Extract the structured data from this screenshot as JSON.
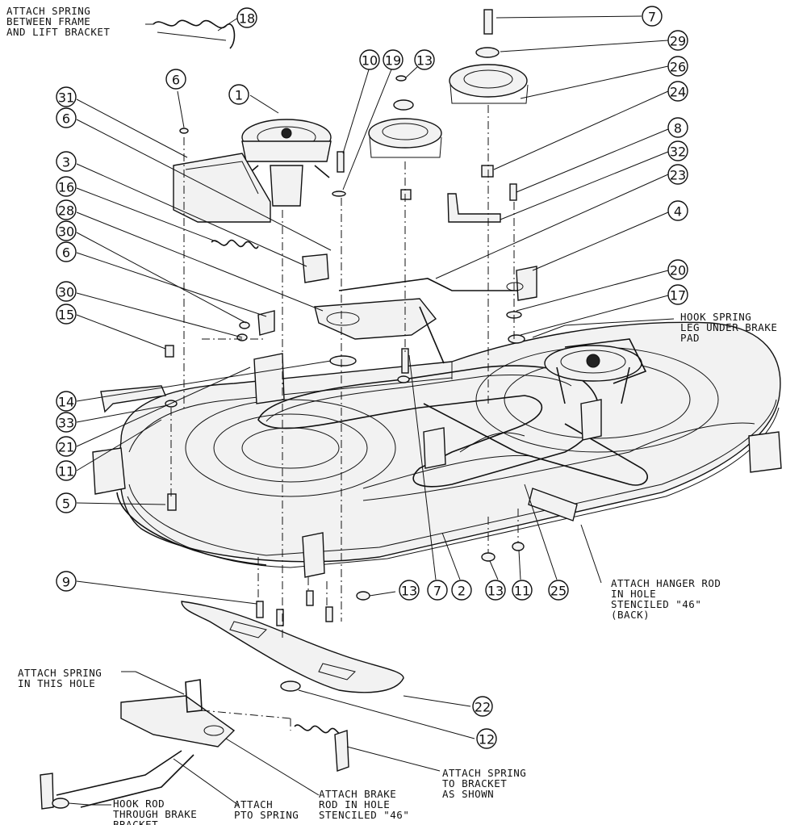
{
  "callouts": [
    {
      "id": "c18",
      "num": "18"
    },
    {
      "id": "c7a",
      "num": "7"
    },
    {
      "id": "c10",
      "num": "10"
    },
    {
      "id": "c19",
      "num": "19"
    },
    {
      "id": "c13a",
      "num": "13"
    },
    {
      "id": "c29",
      "num": "29"
    },
    {
      "id": "c26",
      "num": "26"
    },
    {
      "id": "c6a",
      "num": "6"
    },
    {
      "id": "c1",
      "num": "1"
    },
    {
      "id": "c31",
      "num": "31"
    },
    {
      "id": "c6b",
      "num": "6"
    },
    {
      "id": "c24",
      "num": "24"
    },
    {
      "id": "c8",
      "num": "8"
    },
    {
      "id": "c32",
      "num": "32"
    },
    {
      "id": "c3",
      "num": "3"
    },
    {
      "id": "c23",
      "num": "23"
    },
    {
      "id": "c16",
      "num": "16"
    },
    {
      "id": "c28",
      "num": "28"
    },
    {
      "id": "c4",
      "num": "4"
    },
    {
      "id": "c30a",
      "num": "30"
    },
    {
      "id": "c6c",
      "num": "6"
    },
    {
      "id": "c20",
      "num": "20"
    },
    {
      "id": "c30b",
      "num": "30"
    },
    {
      "id": "c17",
      "num": "17"
    },
    {
      "id": "c15",
      "num": "15"
    },
    {
      "id": "c14",
      "num": "14"
    },
    {
      "id": "c33",
      "num": "33"
    },
    {
      "id": "c21",
      "num": "21"
    },
    {
      "id": "c11a",
      "num": "11"
    },
    {
      "id": "c5",
      "num": "5"
    },
    {
      "id": "c9",
      "num": "9"
    },
    {
      "id": "c13b",
      "num": "13"
    },
    {
      "id": "c7b",
      "num": "7"
    },
    {
      "id": "c2",
      "num": "2"
    },
    {
      "id": "c13c",
      "num": "13"
    },
    {
      "id": "c11b",
      "num": "11"
    },
    {
      "id": "c25",
      "num": "25"
    },
    {
      "id": "c22",
      "num": "22"
    },
    {
      "id": "c12",
      "num": "12"
    }
  ],
  "notes": {
    "spring_frame": [
      "ATTACH SPRING",
      "BETWEEN FRAME",
      "AND LIFT BRACKET"
    ],
    "hook_spring": [
      "HOOK SPRING",
      "LEG UNDER BRAKE",
      "PAD"
    ],
    "hanger_rod": [
      "ATTACH HANGER ROD",
      "IN HOLE",
      "STENCILED \"46\"",
      "(BACK)"
    ],
    "spring_hole": [
      "ATTACH SPRING",
      "IN THIS HOLE"
    ],
    "spring_bracket": [
      "ATTACH SPRING",
      "TO BRACKET",
      "AS SHOWN"
    ],
    "brake_rod": [
      "ATTACH BRAKE",
      "ROD IN HOLE",
      "STENCILED \"46\""
    ],
    "pto_spring": [
      "ATTACH",
      "PTO SPRING"
    ],
    "hook_rod": [
      "HOOK ROD",
      "THROUGH BRAKE",
      "BRACKET"
    ]
  }
}
